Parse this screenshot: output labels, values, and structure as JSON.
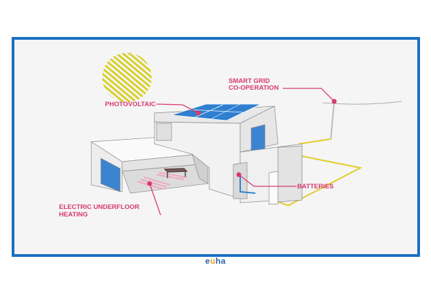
{
  "labels": {
    "photovoltaic": "PHOTOVOLTAIC",
    "smart_grid_1": "SMART GRID",
    "smart_grid_2": "CO-OPERATION",
    "batteries": "BATTERIES",
    "heating_1": "ELECTRIC UNDERFLOOR",
    "heating_2": "HEATING"
  },
  "logo": {
    "pre": "e",
    "u": "u",
    "post": "ha"
  },
  "colors": {
    "frame": "#1b6fc2",
    "accent": "#d63a6b",
    "wire": "#e2cc2a",
    "panel": "#2f7fd0"
  }
}
